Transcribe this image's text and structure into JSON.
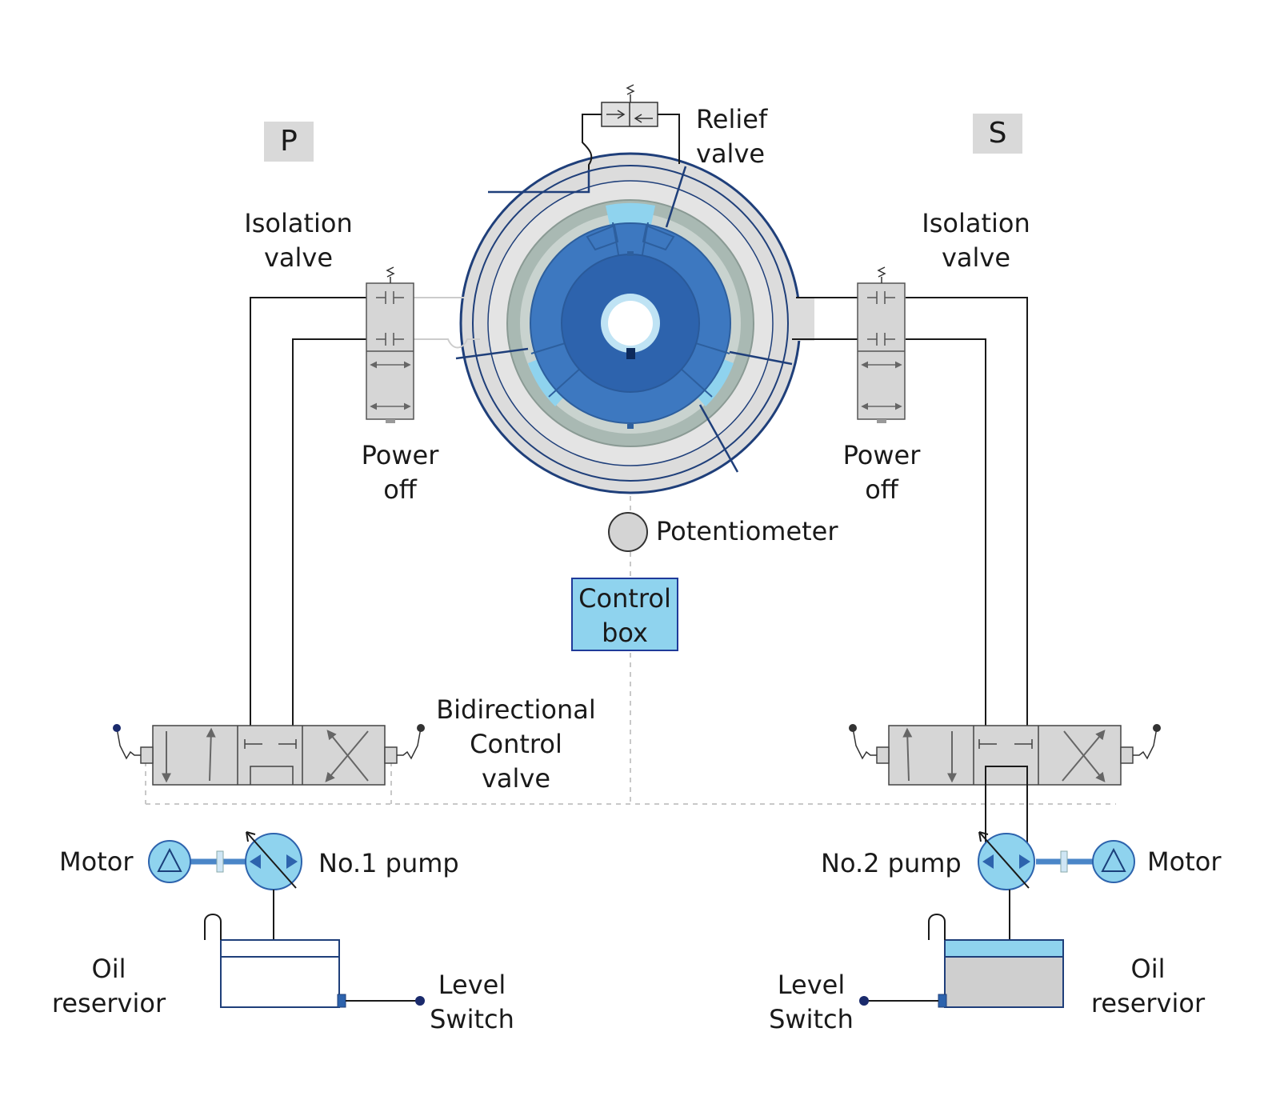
{
  "labels": {
    "side_left": "P",
    "side_right": "S",
    "relief_valve": [
      "Relief",
      "valve"
    ],
    "isolation_valve_left": [
      "Isolation",
      "valve"
    ],
    "isolation_valve_right": [
      "Isolation",
      "valve"
    ],
    "power_off_left": [
      "Power",
      "off"
    ],
    "power_off_right": [
      "Power",
      "off"
    ],
    "potentiometer": "Potentiometer",
    "control_box": [
      "Control",
      "box"
    ],
    "bidirectional_control_valve": [
      "Bidirectional",
      "Control",
      "valve"
    ],
    "motor_left": "Motor",
    "motor_right": "Motor",
    "pump_left": "No.1 pump",
    "pump_right": "No.2 pump",
    "oil_reservoir_left": [
      "Oil",
      "reservior"
    ],
    "oil_reservoir_right": [
      "Oil",
      "reservior"
    ],
    "level_switch_left": [
      "Level",
      "Switch"
    ],
    "level_switch_right": [
      "Level",
      "Switch"
    ]
  },
  "colors": {
    "component_grey": "#d6d6d6",
    "line_dark": "#1a1a1a",
    "rotor_blue": "#3d78c0",
    "rotor_dark": "#2d63ad",
    "chamber_light_blue": "#8fd3ee",
    "ring_green_grey": "#a9b9b3",
    "housing_outline": "#1f3f7a",
    "pump_blue": "#8fd3ee",
    "shaft_blue": "#4a86c8",
    "signal_dashed": "#c8c8c8"
  },
  "reservoirs": {
    "left_oil_level": "low",
    "right_oil_level": "full"
  }
}
